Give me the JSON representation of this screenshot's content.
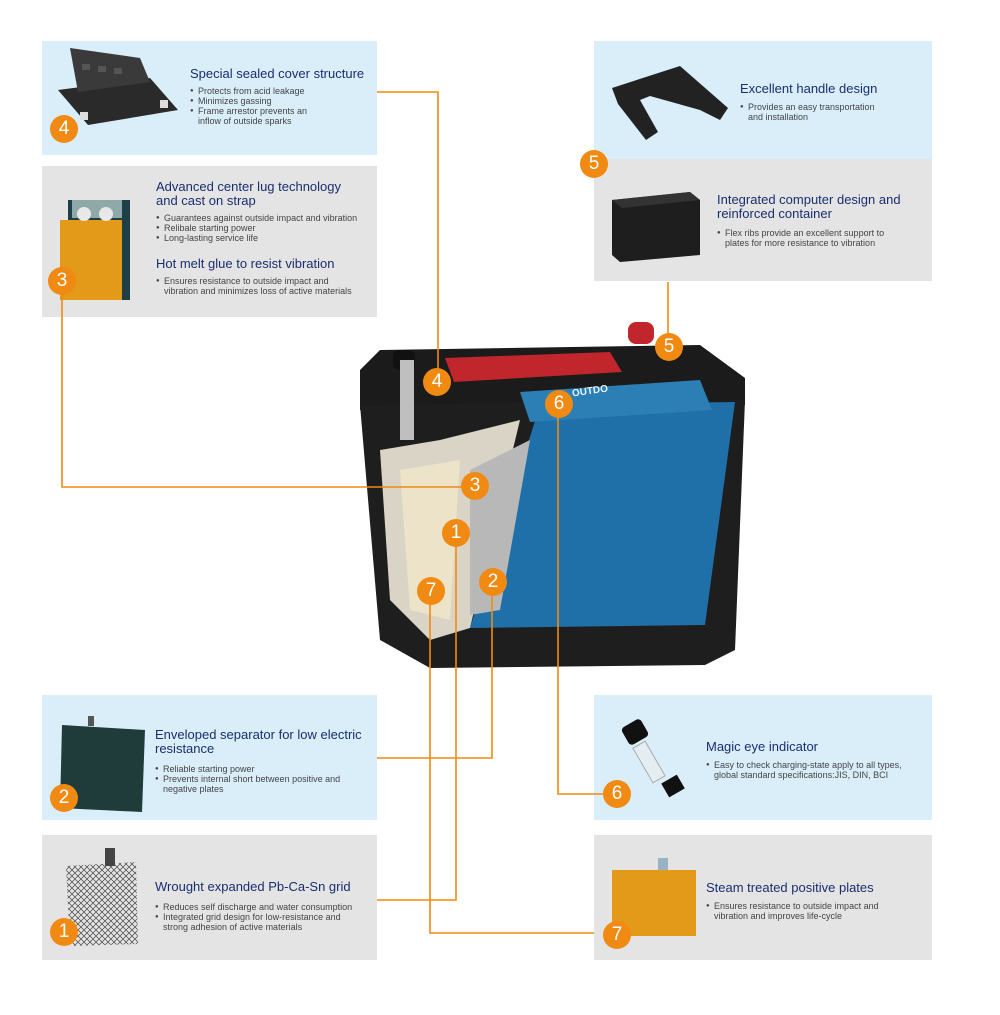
{
  "accent_color": "#f08a12",
  "panels": {
    "cover": {
      "number": "4",
      "title": "Special sealed cover structure",
      "bullets": [
        "Protects from acid leakage",
        "Minimizes gassing",
        "Frame arrestor prevents an",
        "inflow of outside sparks"
      ]
    },
    "lug": {
      "number": "3",
      "title1": "Advanced center lug technology",
      "title2": "and cast on strap",
      "bullets": [
        "Guarantees against outside impact and vibration",
        "Relibale starting power",
        "Long-lasting service life"
      ],
      "title3": "Hot melt glue to resist vibration",
      "bullets2": [
        "Ensures resistance to outside impact and",
        "vibration and minimizes loss of active materials"
      ]
    },
    "handle": {
      "number": "5",
      "title": "Excellent handle design",
      "bullets": [
        "Provides an easy transportation",
        "and installation"
      ]
    },
    "container": {
      "title1": "Integrated computer design and",
      "title2": "reinforced container",
      "bullets": [
        "Flex ribs provide an excellent support to",
        "plates for more resistance to vibration"
      ]
    },
    "separator": {
      "number": "2",
      "title1": "Enveloped separator for low electric",
      "title2": "resistance",
      "bullets": [
        "Reliable starting power",
        "Prevents internal short between positive and",
        "negative plates"
      ]
    },
    "grid": {
      "number": "1",
      "title": "Wrought expanded Pb-Ca-Sn grid",
      "bullets": [
        "Reduces self discharge and water consumption",
        "Integrated grid design for low-resistance and",
        "strong adhesion of active materials"
      ]
    },
    "eye": {
      "number": "6",
      "title": "Magic eye indicator",
      "bullets": [
        "Easy to check charging-state apply to all types,",
        "global standard specifications:JIS, DIN, BCI"
      ]
    },
    "plates": {
      "number": "7",
      "title": "Steam treated positive plates",
      "bullets": [
        "Ensures resistance to outside impact and",
        "vibration  and improves life-cycle"
      ]
    },
    "battery": {
      "label_numbers": [
        "4",
        "5",
        "6",
        "3",
        "1",
        "2",
        "7"
      ],
      "brand": "OUTDO"
    }
  }
}
